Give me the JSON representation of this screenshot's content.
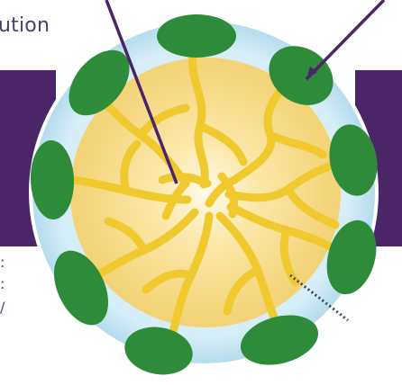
{
  "top_left_text": "ution",
  "left_clipped_chars": [
    ":",
    ":",
    "/"
  ],
  "colors": {
    "accent_band": "#4a2568",
    "text": "#4d3c70",
    "shell_fill": "#bfe3f1",
    "shell_stroke": "#ffffff",
    "head_group": "#2e8b3a",
    "tail": "#efc92e",
    "core_light": "#fff7d6",
    "core_outer": "#f5d37a",
    "pointer_line": "#4a2568"
  },
  "icons": {
    "head_group": "green-ellipse",
    "tail": "yellow-branch",
    "pointer": "thin-line"
  }
}
